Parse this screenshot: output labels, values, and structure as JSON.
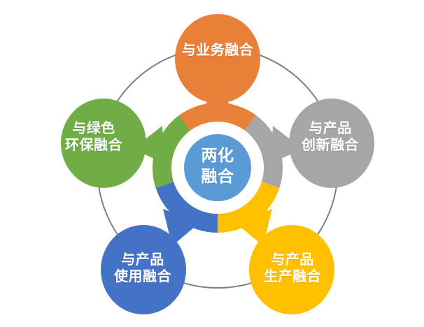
{
  "diagram": {
    "title": "两化融合",
    "hub": {
      "name": "hub",
      "line1": "两化",
      "line2": "融合",
      "color": "#5B9BD5",
      "ring_gap_color": "#FFFFFF"
    },
    "outer_ring_color": "#808080",
    "background": "#FFFFFF",
    "nodes": [
      {
        "id": "business",
        "position": "top",
        "line1": "与业务融合",
        "line2": "",
        "color": "#E8803A",
        "angle_deg": -90
      },
      {
        "id": "product-innovation",
        "position": "right",
        "line1": "与产品",
        "line2": "创新融合",
        "color": "#A6A6A6",
        "angle_deg": -18
      },
      {
        "id": "product-manufacturing",
        "position": "bottom-right",
        "line1": "与产品",
        "line2": "生产融合",
        "color": "#FFC000",
        "angle_deg": 54
      },
      {
        "id": "product-usage",
        "position": "bottom-left",
        "line1": "与产品",
        "line2": "使用融合",
        "color": "#4472C4",
        "angle_deg": 126
      },
      {
        "id": "green-environment",
        "position": "left",
        "line1": "与绿色",
        "line2": "环保融合",
        "color": "#70AD47",
        "angle_deg": 198
      }
    ]
  },
  "chart_data": {
    "type": "pie",
    "title": "两化融合",
    "categories": [
      "与业务融合",
      "与产品创新融合",
      "与产品生产融合",
      "与产品使用融合",
      "与绿色环保融合"
    ],
    "values": [
      20,
      20,
      20,
      20,
      20
    ],
    "colors": [
      "#E8803A",
      "#A6A6A6",
      "#FFC000",
      "#4472C4",
      "#70AD47"
    ],
    "legend": "none",
    "grid": false
  }
}
